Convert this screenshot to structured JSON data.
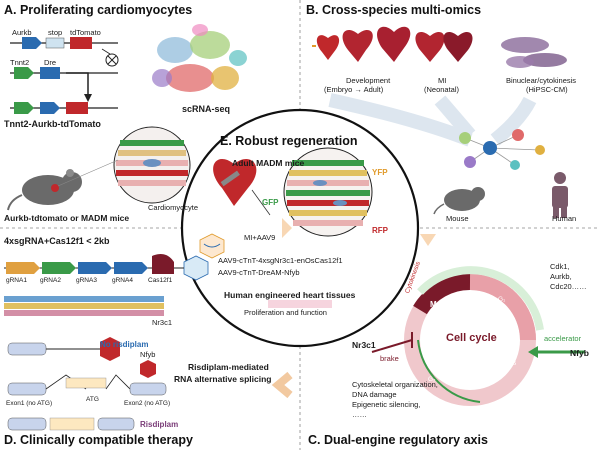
{
  "panel_a": {
    "title": "A. Proliferating cardiomyocytes",
    "construct1": {
      "aurkb": "Aurkb",
      "stop": "stop",
      "tdtomato": "tdTomato"
    },
    "construct2": {
      "tnnt2": "Tnnt2",
      "dre": "Dre"
    },
    "result_label": "Tnnt2-Aurkb-tdTomato",
    "scrna": "scRNA-seq",
    "cardiomyocyte": "Cardiomyocyte",
    "mice": "Aurkb-tdtomato or MADM mice"
  },
  "panel_b": {
    "title": "B. Cross-species multi-omics",
    "development": "Development",
    "development_sub": "(Embryo",
    "development_sub2": "Adult)",
    "mi": "MI",
    "mi_sub": "(Neonatal)",
    "binuclear": "Binuclear/cytokinesis",
    "binuclear_sub": "(HiPSC-CM)",
    "mouse": "Mouse",
    "human": "Human"
  },
  "panel_e": {
    "title": "E. Robust regeneration",
    "mice": "Adult MADM mice",
    "yfp": "YFP",
    "gfp": "GFP",
    "rfp": "RFP",
    "mi_aav": "MI+AAV9",
    "aav1": "AAV9-cTnT-4xsgNr3c1-enOsCas12f1",
    "aav2": "AAV9-cTnT-DreAM-Nfyb",
    "tissues": "Human engineered heart tissues",
    "tissues_sub": "Proliferation and function"
  },
  "panel_crispr": {
    "title": "4xsgRNA+Cas12f1 < 2kb",
    "grnas": [
      "gRNA1",
      "gRNA2",
      "gRNA3",
      "gRNA4",
      "Cas12f1"
    ],
    "target": "Nr3c1"
  },
  "panel_c": {
    "title": "C. Dual-engine regulatory axis",
    "cycle": "Cell cycle",
    "g1": "G₁",
    "s": "S",
    "g2": "G₂",
    "m": "M",
    "cytokinesis": "Cytokinesis",
    "brake": "brake",
    "accelerator": "accelerator",
    "nr3c1": "Nr3c1",
    "nfyb": "Nfyb",
    "genes": [
      "Cdk1,",
      "Aurkb,",
      "Cdc20……"
    ],
    "processes": [
      "Cytoskeletal organization,",
      "DNA damage",
      "Epigenetic silencing,",
      "……"
    ]
  },
  "panel_d": {
    "title": "D. Clinically compatible therapy",
    "no_drug": "No risdiplam",
    "nfyb": "Nfyb",
    "atg": "ATG",
    "exon1": "Exon1 (no ATG)",
    "exon2": "Exon2 (no ATG)",
    "drug": "Risdiplam",
    "mechanism1": "Risdiplam-mediated",
    "mechanism2": "RNA alternative splicing"
  },
  "colors": {
    "red": "#c0282b",
    "blue": "#2a6bb0",
    "green": "#3a9a48",
    "purple": "#7a3c78",
    "orange": "#e09a2a",
    "dark_red": "#7a1a2a",
    "teal_text": "#2a8aa0"
  }
}
